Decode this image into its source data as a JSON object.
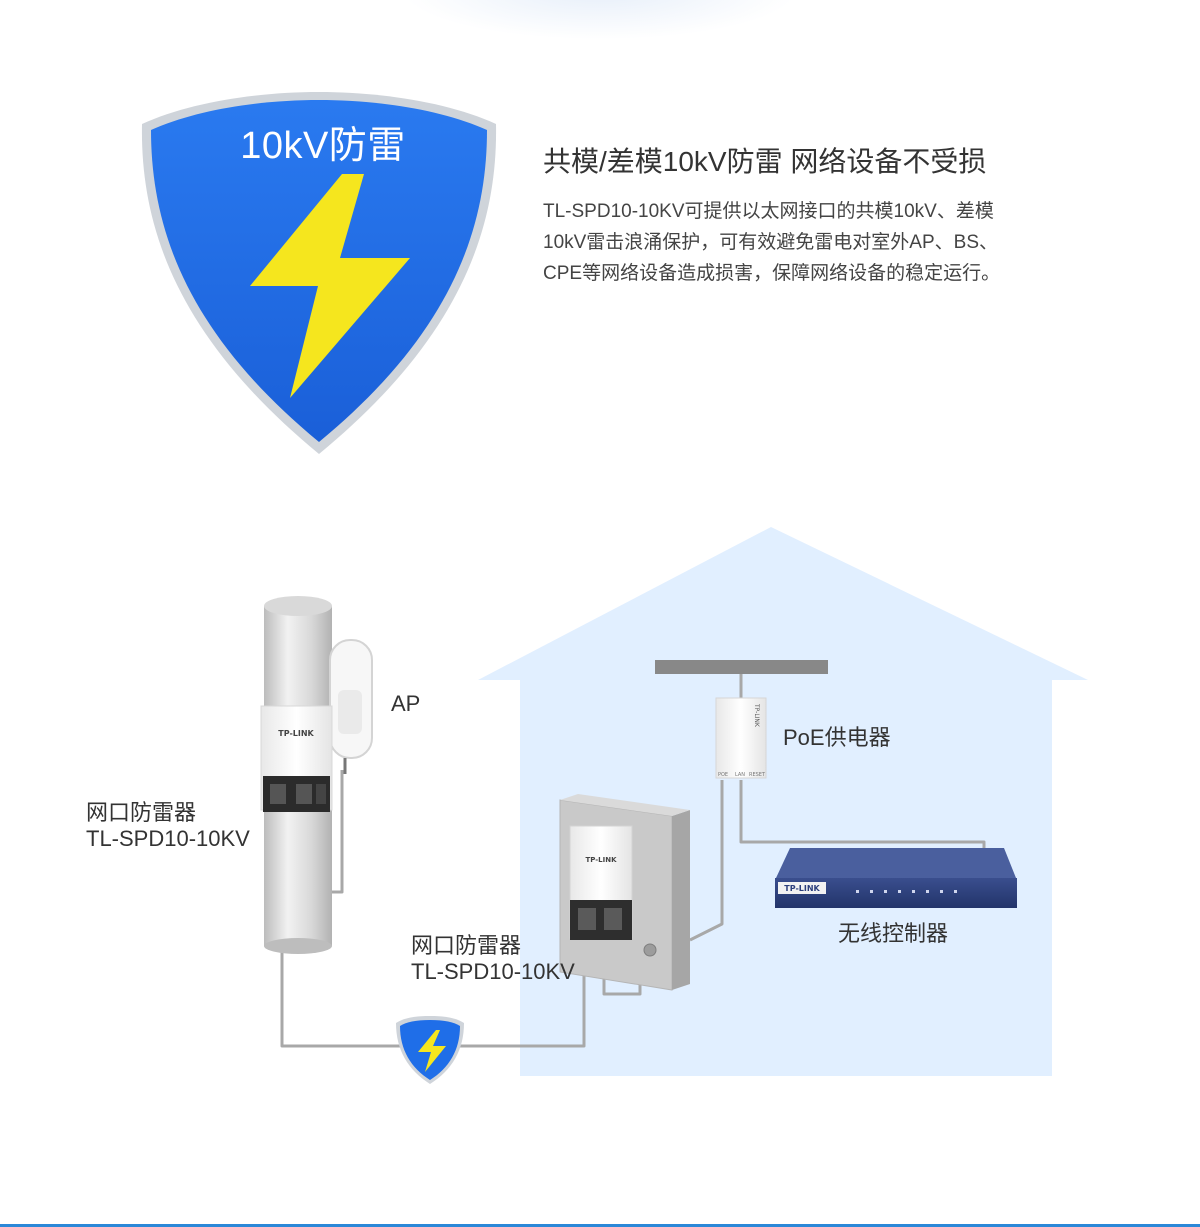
{
  "shield": {
    "title": "10kV防雷"
  },
  "headline": "共模/差模10kV防雷 网络设备不受损",
  "description": [
    "TL-SPD10-10KV可提供以太网接口的共模10kV、差模",
    "10kV雷击浪涌保护，可有效避免雷电对室外AP、BS、",
    "CPE等网络设备造成损害，保障网络设备的稳定运行。"
  ],
  "diagram": {
    "ap_label": "AP",
    "poe_label": "PoE供电器",
    "controller_label": "无线控制器",
    "spd_outdoor": {
      "line1": "网口防雷器",
      "line2": "TL-SPD10-10KV"
    },
    "spd_indoor": {
      "line1": "网口防雷器",
      "line2": "TL-SPD10-10KV"
    },
    "brand": "TP-LINK",
    "poe_ports": [
      "POE",
      "LAN",
      "RESET"
    ]
  },
  "colors": {
    "shield_blue": "#1f6ee8",
    "shield_rim": "#c9ced4",
    "bolt_yellow": "#f5e61e",
    "house_fill": "#e1efff",
    "cable_gray": "#a8a8a8",
    "switch_navy": "#2c3f7c",
    "accent_line": "#2b88d8"
  }
}
